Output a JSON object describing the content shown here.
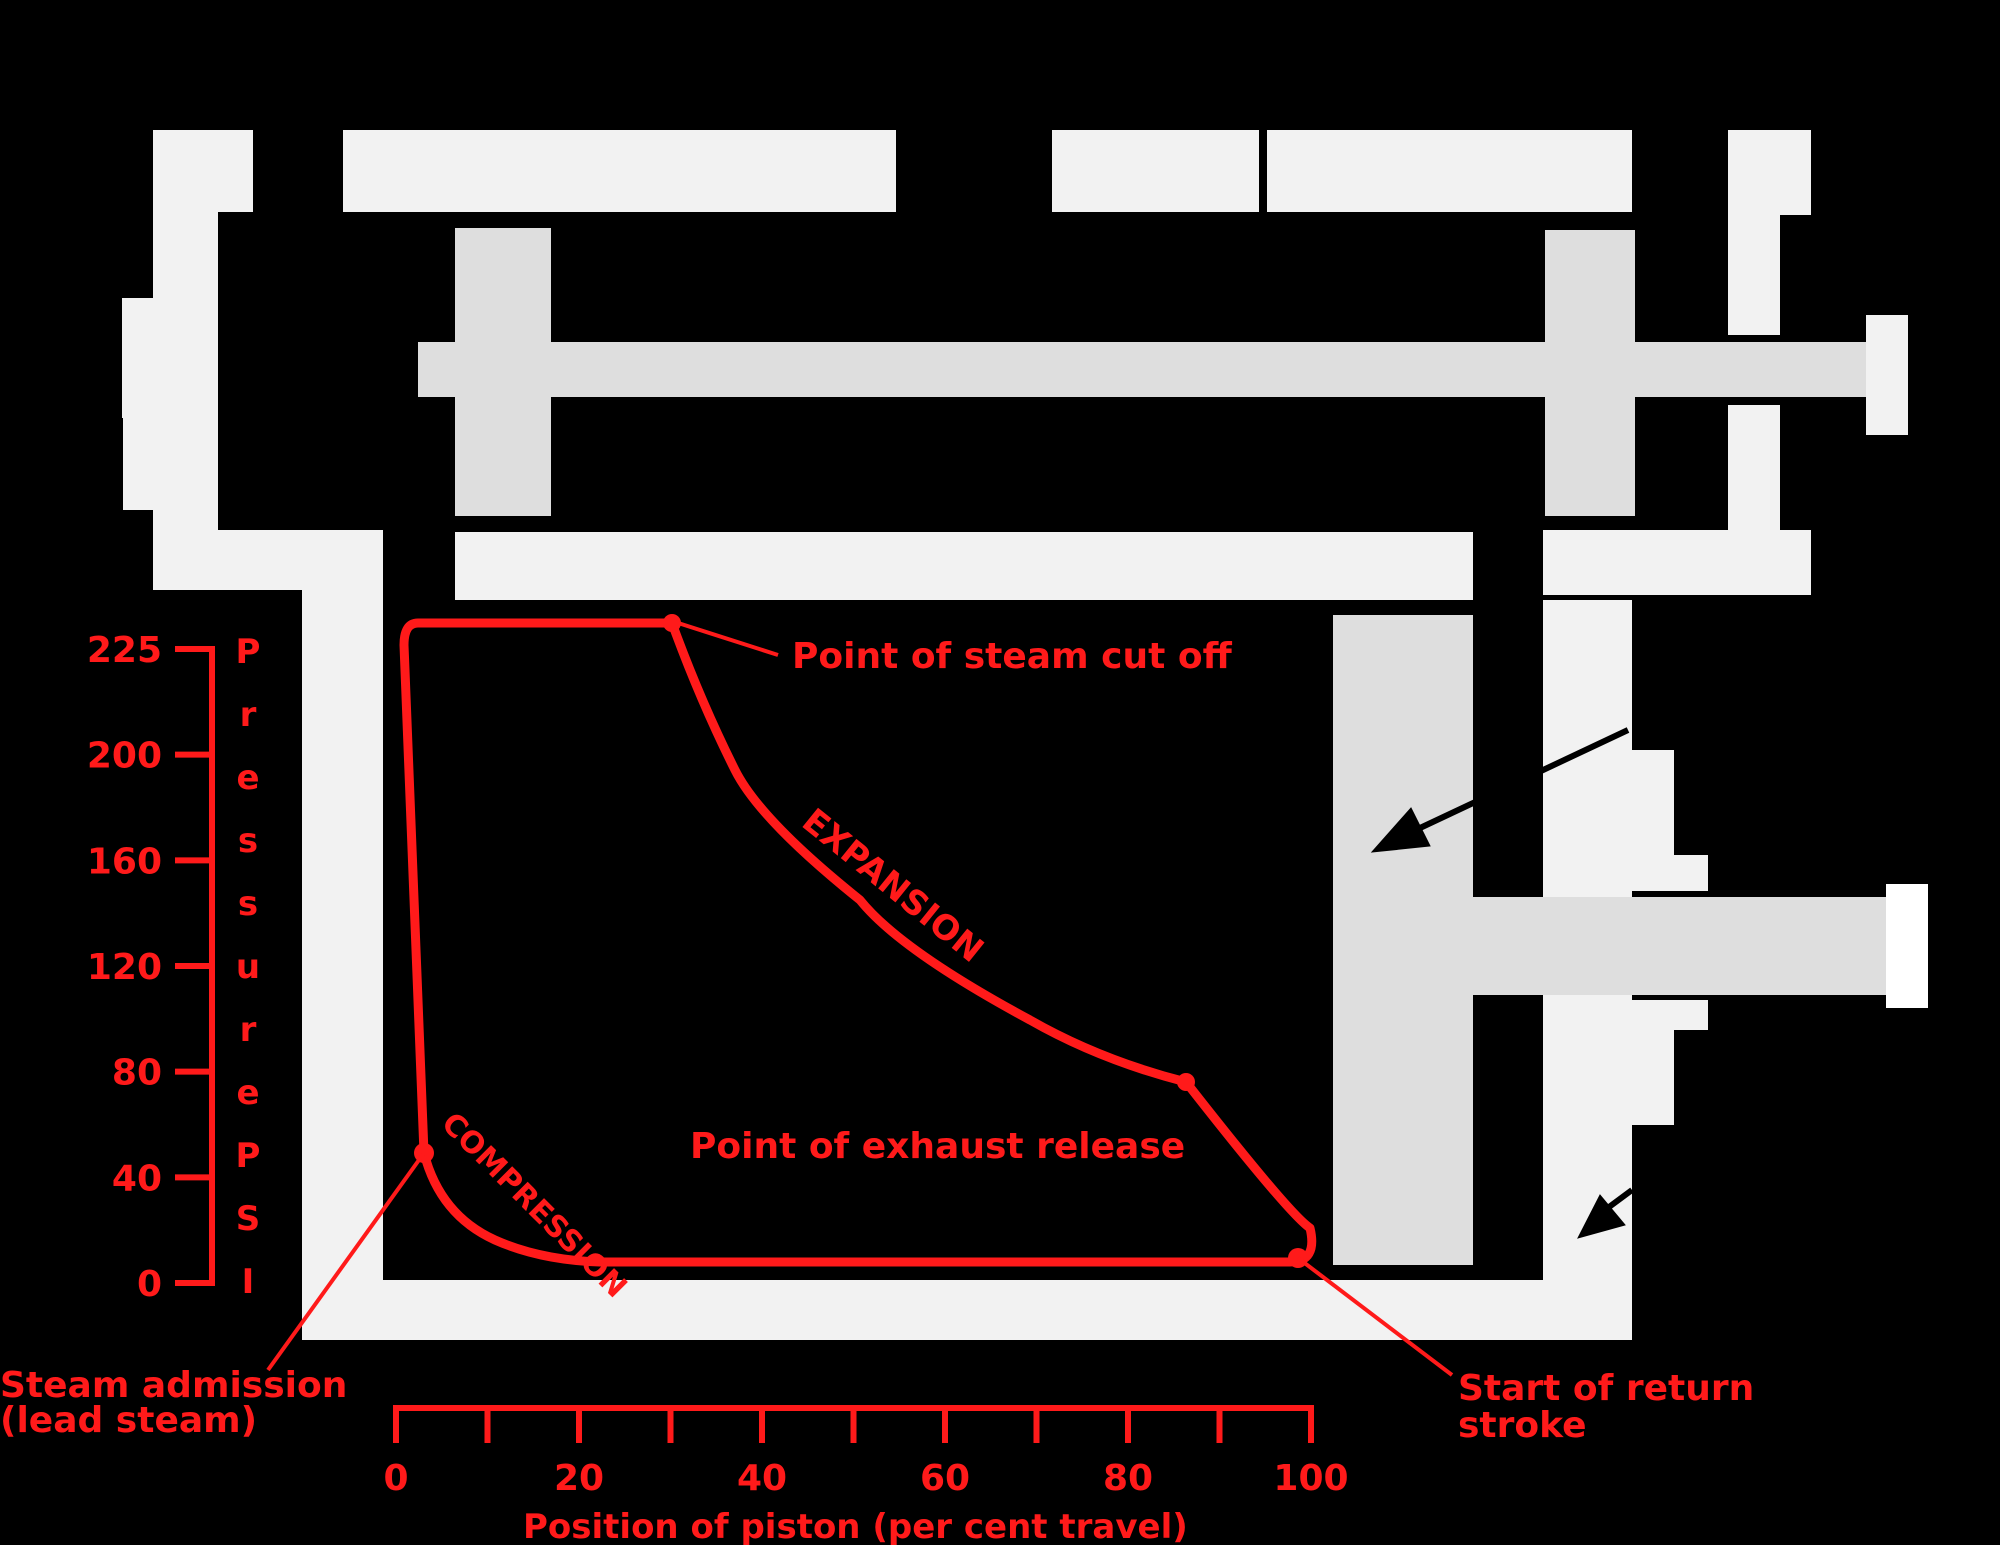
{
  "colors": {
    "background": "#000000",
    "housing": "#f2f2f2",
    "moving_parts": "#dedede",
    "indicator": "#ff1a1a",
    "arrow": "#000000"
  },
  "x_axis": {
    "title": "Position of piston (per cent travel)",
    "ticks": [
      "0",
      "20",
      "40",
      "60",
      "80",
      "100"
    ]
  },
  "y_axis": {
    "title": "PressurePSI",
    "ticks": [
      "225",
      "200",
      "160",
      "120",
      "80",
      "40",
      "0"
    ]
  },
  "annotations": {
    "cut_off": "Point of steam cut off",
    "exhaust_release": "Point of exhaust release",
    "admission_line1": "Steam admission",
    "admission_line2": "(lead steam)",
    "return_line1": "Start of return",
    "return_line2": "stroke"
  },
  "curve_labels": {
    "expansion": "EXPANSION",
    "compression": "COMPRESSION"
  }
}
